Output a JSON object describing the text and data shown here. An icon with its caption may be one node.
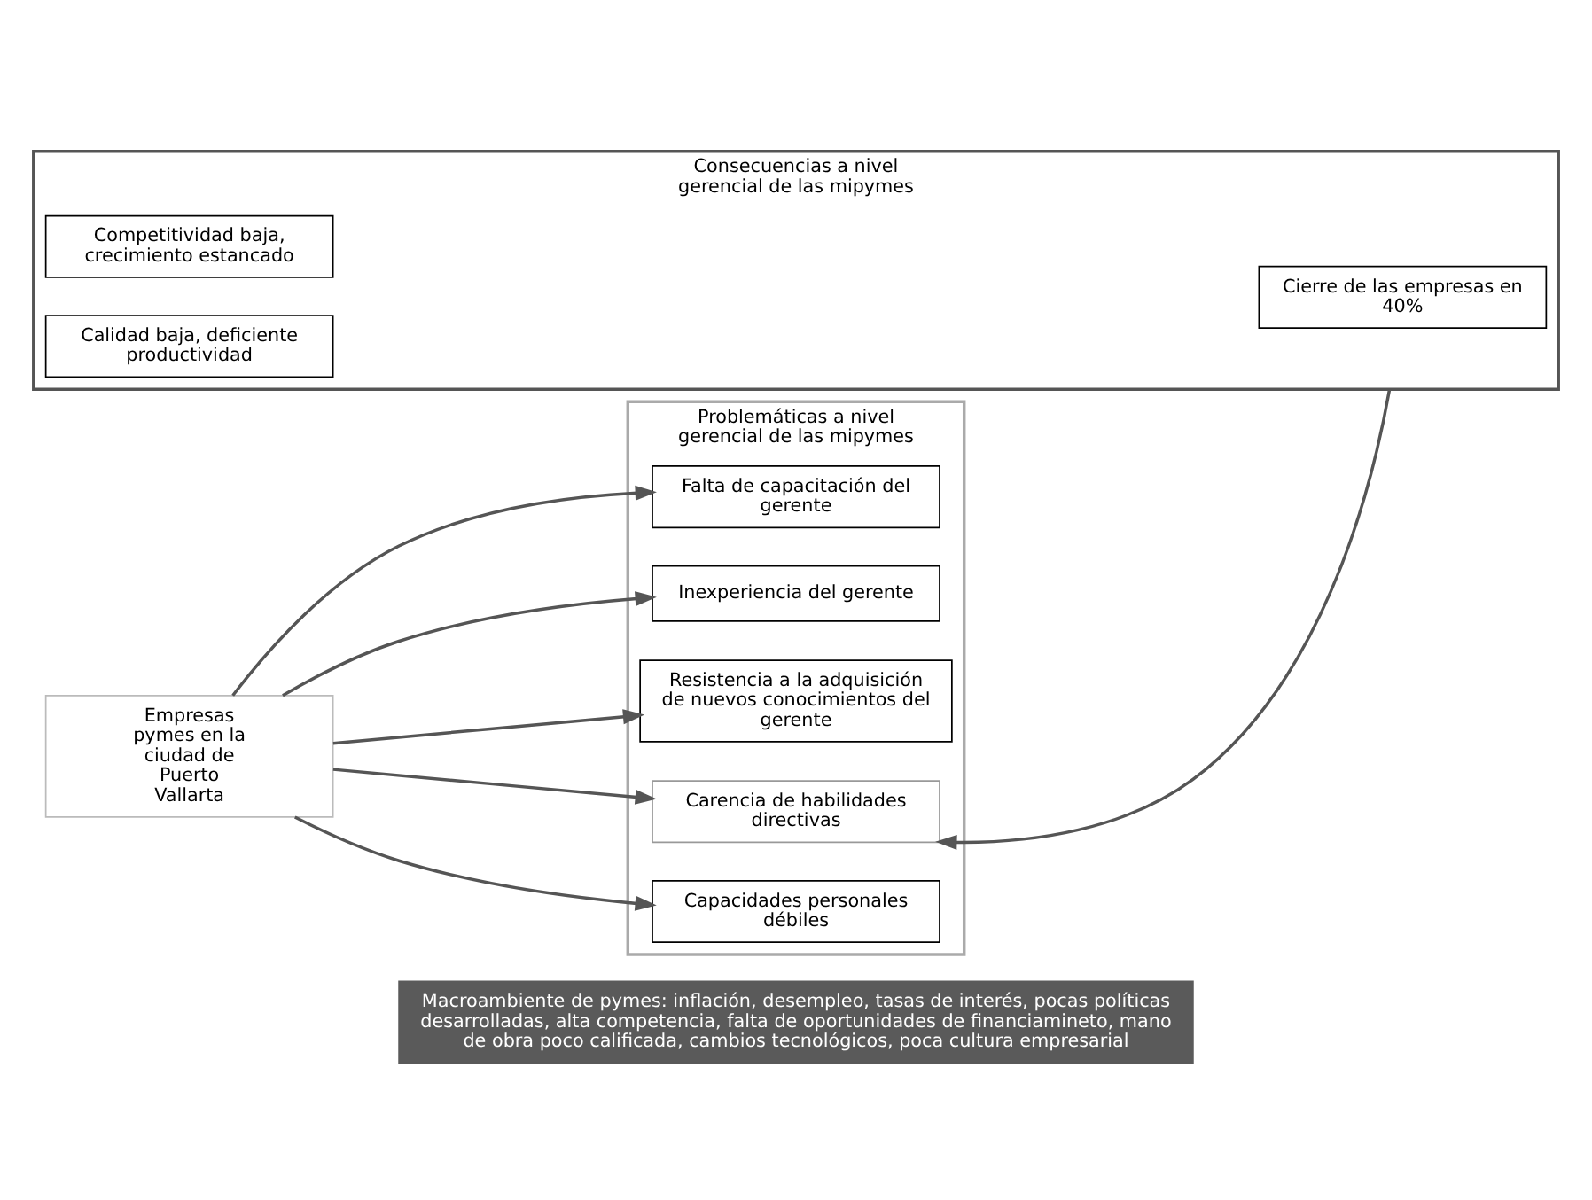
{
  "diagram": {
    "nodes": [
      {
        "text": [
          "Problemáticas a nivel gerencial de las mipymes"
        ]
      },
      {
        "text": [
          "Falta de capacitación del gerente"
        ],
        "in": 0
      },
      {
        "text": [
          "Inexperiencia del gerente"
        ],
        "in": 0
      },
      {
        "text": [
          "Resistencia a la adquisición de nuevos conocimientos del gerente"
        ],
        "in": 0
      },
      {
        "text": [
          "Carencia de habilidades directivas"
        ],
        "in": 0
      },
      {
        "text": [
          "Capacidades personales débiles"
        ],
        "in": 0
      },
      {
        "text": [
          "Empresas pymes en la ciudad de Puerto Vallarta"
        ]
      },
      {
        "text": [
          "Consecuencias a nivel gerencial de las mipymes"
        ]
      },
      {
        "text": [
          "Competitividad baja, crecimiento estancado"
        ],
        "in": 7
      },
      {
        "text": [
          "Cierre de las empresas en 40%"
        ],
        "in": 7
      },
      {
        "text": [
          "Calidad baja, deficiente productividad"
        ],
        "in": 7
      },
      {
        "text": [
          "Macroambiente de pymes: inflación, desempleo, tasas de interés, pocas políticas desarrolladas, alta competencia, falta de oportunidades de financiamineto, mano de obra poco calificada, cambios tecnológicos, poca cultura empresarial"
        ]
      }
    ],
    "edges": [
      {
        "from": 6,
        "to": 1,
        "arrow": "to"
      },
      {
        "from": 6,
        "to": 2,
        "arrow": "to"
      },
      {
        "from": 6,
        "to": 3,
        "arrow": "to"
      },
      {
        "from": 6,
        "to": 4,
        "arrow": "to"
      },
      {
        "from": 6,
        "to": 5,
        "arrow": "to"
      },
      {
        "from": 7,
        "to": 4,
        "arrow": "to"
      }
    ]
  }
}
